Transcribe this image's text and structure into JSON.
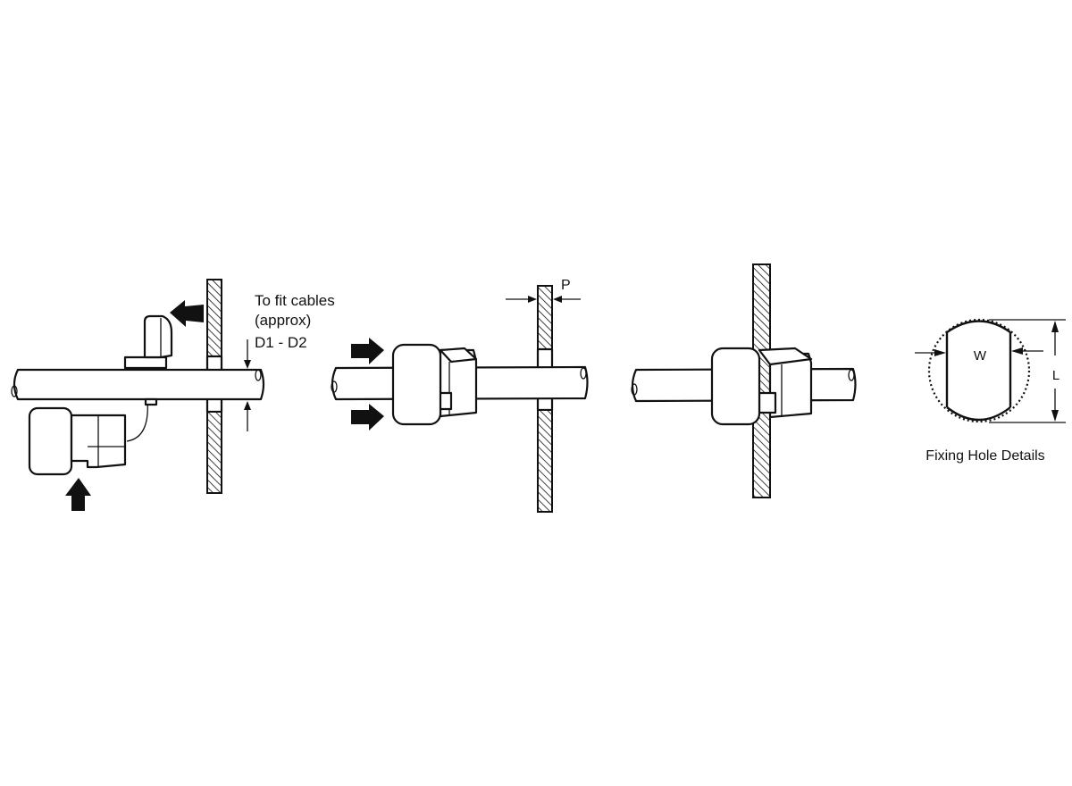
{
  "step1": {
    "note_line1": "To fit cables",
    "note_line2": "(approx)",
    "note_line3": "D1 - D2"
  },
  "step2": {
    "panel_thickness_label": "P"
  },
  "hole": {
    "width_label": "W",
    "length_label": "L",
    "caption": "Fixing Hole Details"
  }
}
